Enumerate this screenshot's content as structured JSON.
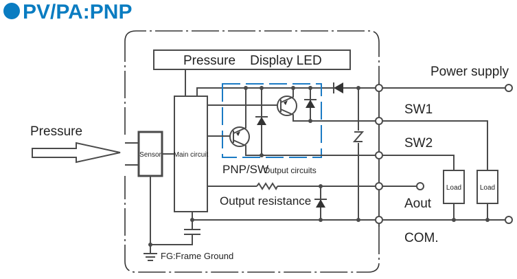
{
  "title": {
    "bullet_icon": "filled-circle",
    "text": "PV/PA:PNP",
    "color": "#0a7cc1"
  },
  "diagram": {
    "input_label": "Pressure",
    "display_box_label": "Pressure    Display LED",
    "sensor_label": "Sensor",
    "main_circuit_label": "Main circuit",
    "output_circuits_label_main": "PNP/SW",
    "output_circuits_label_sub": "Output circuits",
    "output_resistance_label": "Output resistance",
    "frame_ground_label": "FG:Frame Ground",
    "terminals": [
      {
        "id": "power",
        "label": "Power supply"
      },
      {
        "id": "sw1",
        "label": "SW1"
      },
      {
        "id": "sw2",
        "label": "SW2"
      },
      {
        "id": "aout",
        "label": "Aout"
      },
      {
        "id": "com",
        "label": "COM."
      }
    ],
    "loads": [
      {
        "label": "Load"
      },
      {
        "label": "Load"
      }
    ],
    "colors": {
      "wire": "#4a4a4a",
      "output_circuit_border": "#1a7ac4",
      "title_blue": "#0a7cc1"
    }
  }
}
